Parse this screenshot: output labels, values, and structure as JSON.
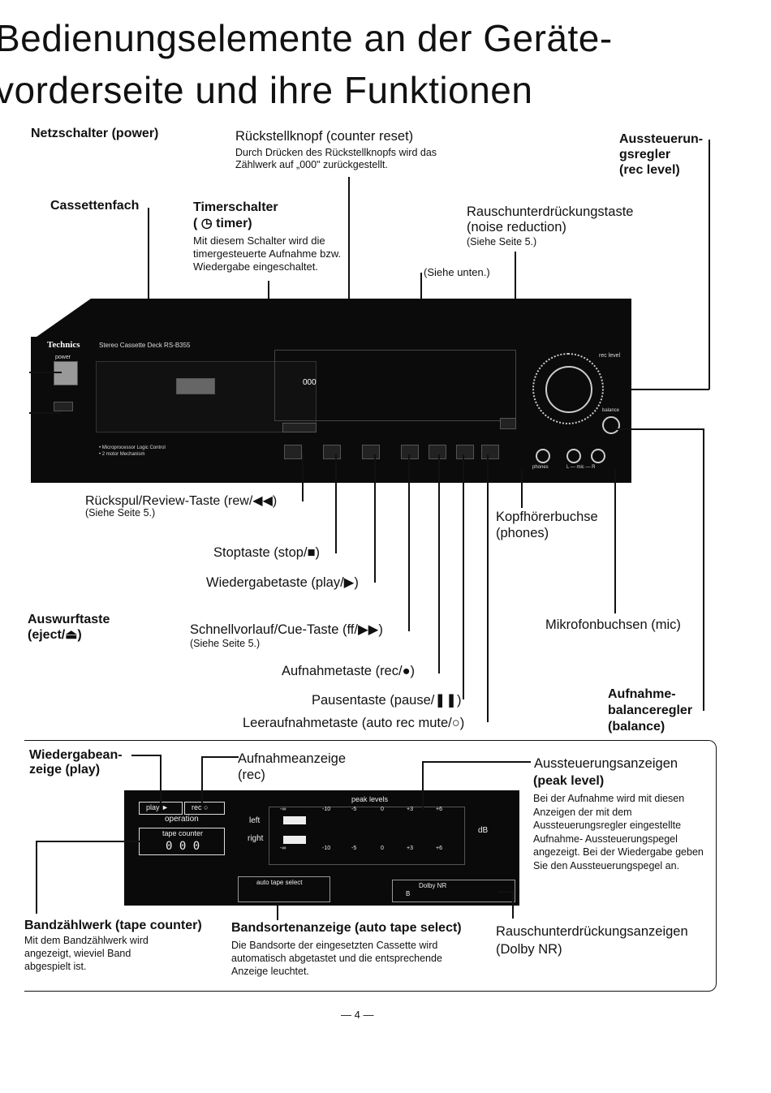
{
  "title": {
    "line1": "Bedienungselemente an der Geräte-",
    "line2": "vorderseite und ihre Funktionen"
  },
  "labels": {
    "power": "Netzschalter (power)",
    "counter_reset": "Rückstellknopf (counter reset)",
    "counter_reset_desc": "Durch Drücken des Rückstellknopfs wird das Zählwerk auf „000\" zurückgestellt.",
    "rec_level_1": "Aussteuerun-",
    "rec_level_2": "gsregler",
    "rec_level_3": "(rec level)",
    "cassette": "Cassettenfach",
    "timer_1": "Timerschalter",
    "timer_2": "( ◷ timer)",
    "timer_desc": "Mit diesem Schalter wird die timergesteuerte Aufnahme bzw. Wiedergabe eingeschaltet.",
    "noise_1": "Rauschunterdrückungstaste",
    "noise_2": "(noise reduction)",
    "noise_see": "(Siehe Seite 5.)",
    "see_below": "(Siehe unten.)",
    "rew": "Rückspul/Review-Taste (rew/◀◀)",
    "rew_see": "(Siehe Seite 5.)",
    "phones_1": "Kopfhörerbuchse",
    "phones_2": "(phones)",
    "stop": "Stoptaste (stop/■)",
    "play": "Wiedergabetaste (play/▶)",
    "eject_1": "Auswurftaste",
    "eject_2": "(eject/⏏)",
    "ff": "Schnellvorlauf/Cue-Taste (ff/▶▶)",
    "ff_see": "(Siehe Seite 5.)",
    "mic": "Mikrofonbuchsen (mic)",
    "rec": "Aufnahmetaste (rec/●)",
    "balance_1": "Aufnahme-",
    "balance_2": "balanceregler",
    "balance_3": "(balance)",
    "pause": "Pausentaste (pause/❚❚)",
    "auto_rec_mute": "Leeraufnahmetaste (auto rec mute/○)",
    "play_ind_1": "Wiedergabean-",
    "play_ind_2": "zeige (play)",
    "rec_ind_1": "Aufnahmeanzeige",
    "rec_ind_2": "(rec)",
    "peak_1": "Aussteuerungsanzeigen",
    "peak_2": "(peak level)",
    "peak_desc": "Bei der Aufnahme wird mit diesen Anzeigen der mit dem Aussteuerungsregler eingestellte Aufnahme- Aussteuerungspegel angezeigt. Bei der Wiedergabe geben Sie den Aussteuerungspegel an.",
    "tape_counter_1": "Bandzählwerk (tape counter)",
    "tape_counter_desc": "Mit dem Bandzählwerk wird angezeigt, wieviel Band abgespielt ist.",
    "auto_tape_1": "Bandsortenanzeige (auto tape select)",
    "auto_tape_desc": "Die Bandsorte der eingesetzten Cassette wird automatisch abgetastet und die entsprechende Anzeige leuchtet.",
    "dolby_1": "Rauschunterdrückungsanzeigen",
    "dolby_2": "(Dolby NR)"
  },
  "device": {
    "brand": "Technics",
    "model": "Stereo Cassette Deck RS-B355",
    "power": "power",
    "features_1": "• Microprocessor Logic Control",
    "features_2": "• 2 motor Mechanism",
    "counter": "000",
    "rec_level": "rec level",
    "balance": "balance",
    "phones": "phones",
    "mic": "L — mic — R"
  },
  "display": {
    "play": "play ►",
    "rec": "rec ○",
    "operation": "operation",
    "tape_counter": "tape counter",
    "counter": "0 0 0",
    "peak_levels": "peak levels",
    "left": "left",
    "right": "right",
    "db": "dB",
    "scale": [
      "-∞",
      "-10",
      "-5",
      "0",
      "+3",
      "+6"
    ],
    "auto_tape_select": "auto tape select",
    "dolby_nr": "Dolby NR",
    "dolby_b": "B"
  },
  "page_number": "— 4 —"
}
